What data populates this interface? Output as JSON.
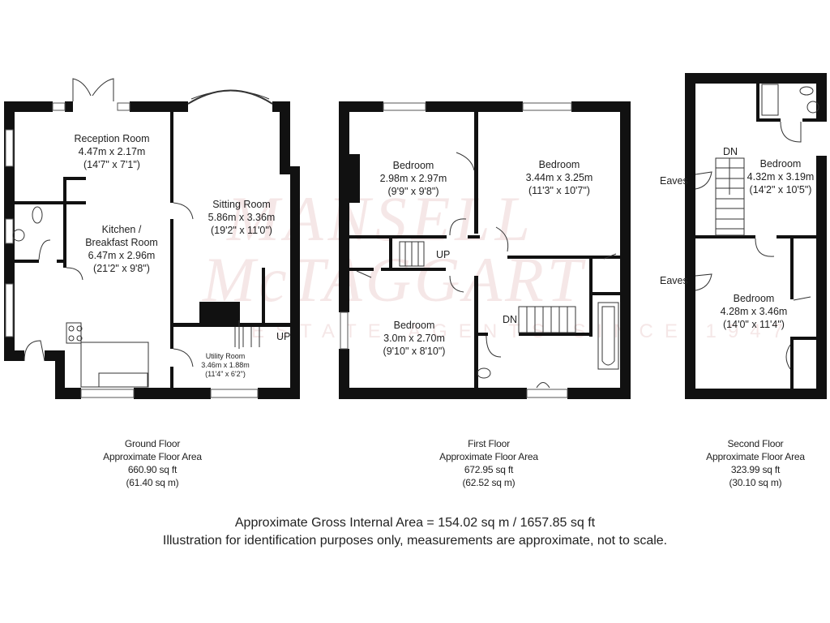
{
  "watermark": {
    "line1": "MANSELL",
    "line2": "McTAGGART",
    "line3": "ESTATE AGENTS SINCE 1947"
  },
  "ground_floor": {
    "rooms": [
      {
        "name": "Reception Room",
        "metric": "4.47m x 2.17m",
        "imperial": "(14'7\" x 7'1\")"
      },
      {
        "name": "Kitchen /",
        "name2": "Breakfast Room",
        "metric": "6.47m x 2.96m",
        "imperial": "(21'2\" x 9'8\")"
      },
      {
        "name": "Sitting Room",
        "metric": "5.86m x 3.36m",
        "imperial": "(19'2\" x 11'0\")"
      },
      {
        "name": "Utility Room",
        "metric": "3.46m x 1.88m",
        "imperial": "(11'4\" x 6'2\")"
      }
    ],
    "stairs_label": "UP",
    "summary": {
      "title": "Ground Floor",
      "subtitle": "Approximate Floor Area",
      "sqft": "660.90 sq ft",
      "sqm": "(61.40 sq m)"
    }
  },
  "first_floor": {
    "rooms": [
      {
        "name": "Bedroom",
        "metric": "2.98m x 2.97m",
        "imperial": "(9'9\" x 9'8\")"
      },
      {
        "name": "Bedroom",
        "metric": "3.44m x 3.25m",
        "imperial": "(11'3\" x 10'7\")"
      },
      {
        "name": "Bedroom",
        "metric": "3.0m x 2.70m",
        "imperial": "(9'10\" x 8'10\")"
      }
    ],
    "stairs_up": "UP",
    "stairs_down": "DN",
    "summary": {
      "title": "First Floor",
      "subtitle": "Approximate Floor Area",
      "sqft": "672.95 sq ft",
      "sqm": "(62.52 sq m)"
    }
  },
  "second_floor": {
    "rooms": [
      {
        "name": "Bedroom",
        "metric": "4.32m x 3.19m",
        "imperial": "(14'2\" x 10'5\")"
      },
      {
        "name": "Bedroom",
        "metric": "4.28m x 3.46m",
        "imperial": "(14'0\" x 11'4\")"
      }
    ],
    "stairs_down": "DN",
    "eaves": [
      "Eaves",
      "Eaves"
    ],
    "summary": {
      "title": "Second Floor",
      "subtitle": "Approximate Floor Area",
      "sqft": "323.99 sq ft",
      "sqm": "(30.10 sq m)"
    }
  },
  "footer": {
    "gross_area": "Approximate Gross Internal Area = 154.02 sq m / 1657.85 sq ft",
    "disclaimer": "Illustration for identification purposes only, measurements are approximate, not to scale."
  },
  "colors": {
    "wall": "#111111",
    "watermark": "#c87878",
    "text": "#222222"
  }
}
